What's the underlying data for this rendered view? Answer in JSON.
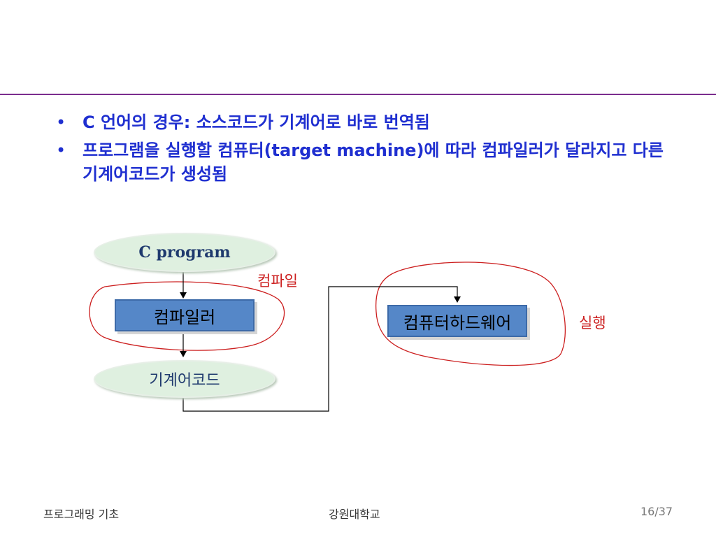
{
  "bullets": [
    "C 언어의 경우: 소스코드가 기계어로 바로 번역됨",
    "프로그램을 실행할 컴퓨터(target machine)에 따라 컴파일러가 달라지고 다른 기계어코드가 생성됨"
  ],
  "bullet_glyph": "•",
  "diagram": {
    "c_program": "C program",
    "compiler": "컴파일러",
    "machine_code": "기계어코드",
    "hardware": "컴퓨터하드웨어",
    "compile_label": "컴파일",
    "execute_label": "실행"
  },
  "footer": {
    "left": "프로그래밍 기초",
    "center": "강원대학교",
    "right": "16/37"
  },
  "colors": {
    "rule": "#7b2d8e",
    "bullet_text": "#1f2fd0",
    "box_fill": "#5587c8",
    "ellipse_fill": "#dff0e0",
    "annotation_red": "#cc1f1f"
  }
}
